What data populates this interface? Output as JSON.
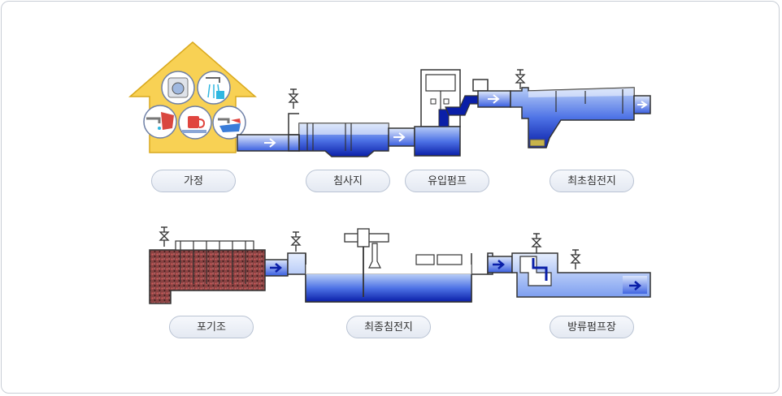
{
  "stages": [
    {
      "label": "가정"
    },
    {
      "label": "침사지"
    },
    {
      "label": "유입펌프"
    },
    {
      "label": "최초침전지"
    },
    {
      "label": "포기조"
    },
    {
      "label": "최종침전지"
    },
    {
      "label": "방류펌프장"
    }
  ],
  "colors": {
    "water_dark": "#0a1fa8",
    "water_light": "#8fb0f5",
    "house_roof": "#f8d154",
    "pipe_outline": "#3a3a3a",
    "arrow": "#0a1fa8",
    "sludge": "#c8b44a",
    "aeration_media": "#7a3b3b"
  },
  "icons": [
    "washing-machine-icon",
    "shower-icon",
    "faucet-icon",
    "cup-icon",
    "basin-icon",
    "valve-icon",
    "flow-arrow-icon"
  ]
}
